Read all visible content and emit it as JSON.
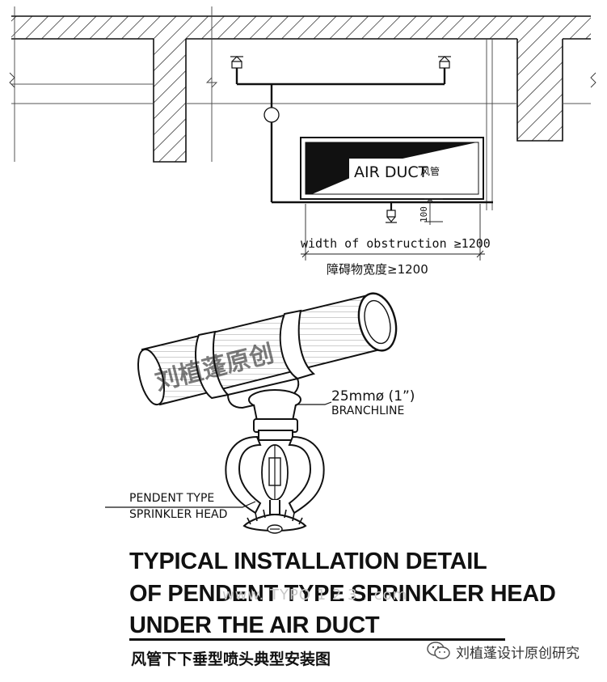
{
  "top_drawing": {
    "duct_label": "AIR DUCT",
    "duct_label_cn": "风管",
    "clearance_dim": "100",
    "obstruction_en": "width of obstruction ≥1200",
    "obstruction_cn": "障碍物宽度≥1200"
  },
  "detail": {
    "branchline_size": "25mmø (1”)",
    "branchline_label": "BRANCHLINE",
    "sprinkler_label_1": "PENDENT TYPE",
    "sprinkler_label_2": "SPRINKLER HEAD",
    "pipe_watermark": "刘植蓬原创"
  },
  "title": {
    "line1": "TYPICAL INSTALLATION DETAIL",
    "line2": "OF PENDENT TYPE SPRINKLER HEAD",
    "line3": "UNDER THE AIR DUCT",
    "cn": "风管下下垂型喷头典型安装图"
  },
  "footer": {
    "watermark": "刘植蓬设计原创研究",
    "faint_url": "www. TYPO  1 2 3 . com"
  }
}
